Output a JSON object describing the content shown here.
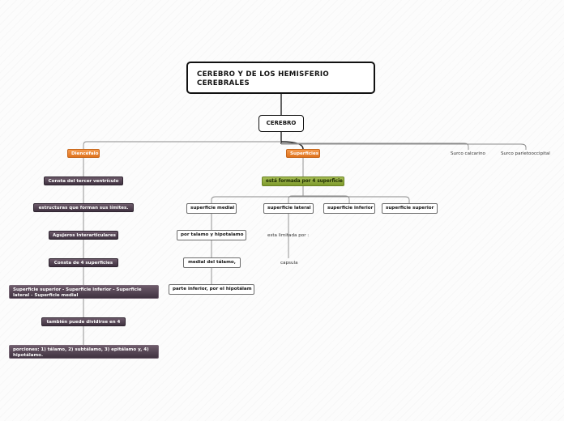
{
  "central": {
    "title": "CEREBRO Y DE LOS HEMISFERIO CEREBRALES"
  },
  "main": {
    "label": "CEREBRO"
  },
  "branches": {
    "diencefalo": "Diencéfalo",
    "superficies": "Superficies",
    "surco_calcarino": "Surco  calcarino",
    "surco_parietooccipital": "Surco  parietooccipital"
  },
  "diencefalo_chain": [
    "Consta  del  tercer  ventrículo",
    "estructuras que  forman  sus  límites.",
    "Agujeros Interarticulares",
    "Consta  de  4  superficies",
    "Superficie superior -  Superficie inferior -  Superficie lateral -  Superficie medial",
    "también puede  dividirse  en  4",
    "porciones:  1)  tálamo,  2) subtálamo,  3)  epitálamo  y,  4) hipotálamo."
  ],
  "superficies_detail": {
    "formed_by": "está formada por 4 superficie",
    "medial": "superficie medial",
    "lateral": "superficie lateral",
    "inferior": "superficie inferior",
    "superior": "superficie superior",
    "medial_1": "por talamo y hipotalamo",
    "medial_2": "medial  del  tálamo,",
    "medial_3": "parte inferior, por el hipotálam",
    "lateral_1": "esta limitada por :",
    "lateral_2": "capsula"
  }
}
